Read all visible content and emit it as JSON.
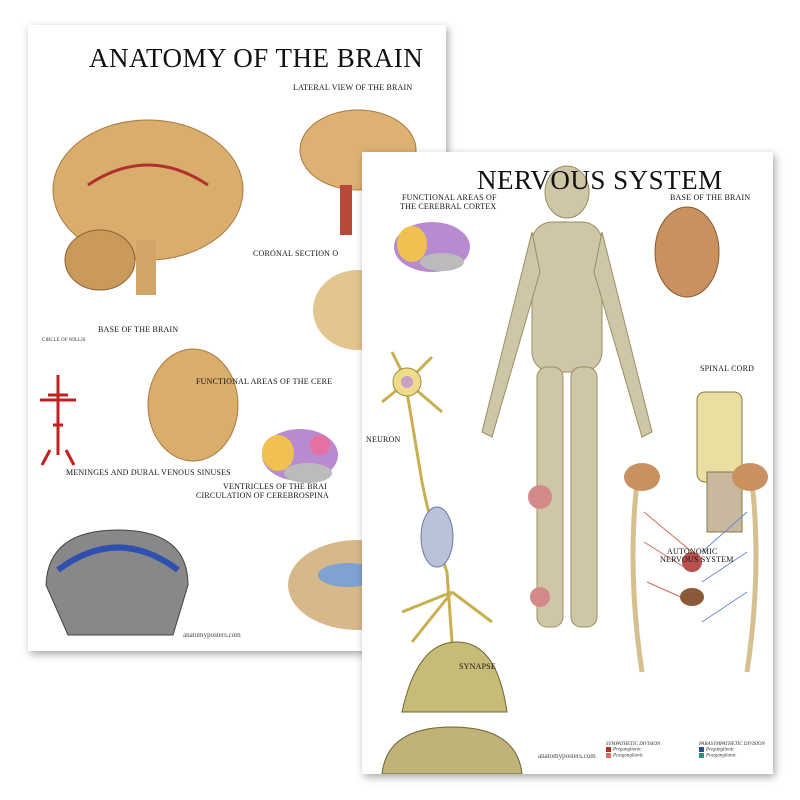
{
  "brain_poster": {
    "title": "ANATOMY OF THE BRAIN",
    "sections": {
      "lateral_view": "LATERAL VIEW OF THE BRAIN",
      "coronal_section": "CORONAL SECTION O",
      "base_of_brain": "BASE OF THE BRAIN",
      "circle_of_willis": "CIRCLE OF WILLIS",
      "functional_areas": "FUNCTIONAL AREAS OF THE CERE",
      "meninges": "MENINGES AND DURAL VENOUS SINUSES",
      "ventricles_line1": "VENTRICLES OF THE BRAI",
      "ventricles_line2": "CIRCULATION OF CEREBROSPINA"
    },
    "website": "anatomyposters.com"
  },
  "nervous_poster": {
    "title": "NERVOUS SYSTEM",
    "sections": {
      "functional_areas_line1": "FUNCTIONAL AREAS OF",
      "functional_areas_line2": "THE CEREBRAL CORTEX",
      "base_of_brain": "BASE OF THE BRAIN",
      "neuron": "NEURON",
      "spinal_cord": "SPINAL CORD",
      "autonomic_line1": "AUTONOMIC",
      "autonomic_line2": "NERVOUS SYSTEM",
      "synapse": "SYNAPSE"
    },
    "legend": {
      "sympathetic": {
        "title": "SYMPATHETIC DIVISION",
        "pre": "Preganglionic",
        "post": "Postganglionic"
      },
      "parasympathetic": {
        "title": "PARASYMPATHETIC DIVISION",
        "pre": "Preganglionic",
        "post": "Postganglionic"
      }
    },
    "website": "anatomyposters.com"
  },
  "colors": {
    "brain_tan": "#d9ad6c",
    "artery_red": "#c0201e",
    "nerve_yellow": "#e3d37a",
    "myelin_blue": "#b8c2d8",
    "sympathetic_red": "#b3302a",
    "parasympathetic_blue": "#2c4f8f",
    "parasympathetic_green": "#2f8f7f"
  }
}
